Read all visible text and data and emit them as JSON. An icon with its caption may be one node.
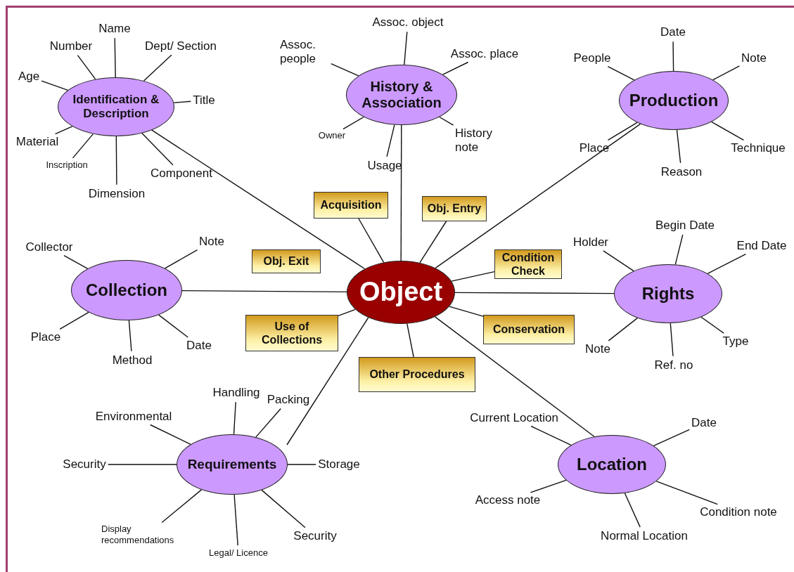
{
  "diagram": {
    "nodes": [
      {
        "text": [
          "Object"
        ]
      },
      {
        "text": [
          "Identification & Description"
        ]
      },
      {
        "text": [
          "History & Association"
        ]
      },
      {
        "text": [
          "Production"
        ]
      },
      {
        "text": [
          "Collection"
        ]
      },
      {
        "text": [
          "Rights"
        ]
      },
      {
        "text": [
          "Requirements"
        ]
      },
      {
        "text": [
          "Location"
        ]
      },
      {
        "text": [
          "Acquisition"
        ]
      },
      {
        "text": [
          "Obj. Entry"
        ]
      },
      {
        "text": [
          "Obj. Exit"
        ]
      },
      {
        "text": [
          "Condition Check"
        ]
      },
      {
        "text": [
          "Use of Collections"
        ]
      },
      {
        "text": [
          "Conservation"
        ]
      },
      {
        "text": [
          "Other Procedures"
        ]
      },
      {
        "text": [
          "Name"
        ]
      },
      {
        "text": [
          "Number"
        ]
      },
      {
        "text": [
          "Dept/ Section"
        ]
      },
      {
        "text": [
          "Age"
        ]
      },
      {
        "text": [
          "Title"
        ]
      },
      {
        "text": [
          "Material"
        ]
      },
      {
        "text": [
          "Inscription"
        ]
      },
      {
        "text": [
          "Component"
        ]
      },
      {
        "text": [
          "Dimension"
        ]
      },
      {
        "text": [
          "Assoc. object"
        ]
      },
      {
        "text": [
          "Assoc. people"
        ]
      },
      {
        "text": [
          "Assoc. place"
        ]
      },
      {
        "text": [
          "Owner"
        ]
      },
      {
        "text": [
          "History note"
        ]
      },
      {
        "text": [
          "Usage"
        ]
      },
      {
        "text": [
          "Date"
        ]
      },
      {
        "text": [
          "People"
        ]
      },
      {
        "text": [
          "Note"
        ]
      },
      {
        "text": [
          "Place"
        ]
      },
      {
        "text": [
          "Technique"
        ]
      },
      {
        "text": [
          "Reason"
        ]
      },
      {
        "text": [
          "Collector"
        ]
      },
      {
        "text": [
          "Note"
        ]
      },
      {
        "text": [
          "Place"
        ]
      },
      {
        "text": [
          "Method"
        ]
      },
      {
        "text": [
          "Date"
        ]
      },
      {
        "text": [
          "Holder"
        ]
      },
      {
        "text": [
          "Begin Date"
        ]
      },
      {
        "text": [
          "End Date"
        ]
      },
      {
        "text": [
          "Note"
        ]
      },
      {
        "text": [
          "Type"
        ]
      },
      {
        "text": [
          "Ref. no"
        ]
      },
      {
        "text": [
          "Handling"
        ]
      },
      {
        "text": [
          "Packing"
        ]
      },
      {
        "text": [
          "Environmental"
        ]
      },
      {
        "text": [
          "Security"
        ]
      },
      {
        "text": [
          "Storage"
        ]
      },
      {
        "text": [
          "Display recommendations"
        ]
      },
      {
        "text": [
          "Legal/ Licence"
        ]
      },
      {
        "text": [
          "Security"
        ]
      },
      {
        "text": [
          "Current Location"
        ]
      },
      {
        "text": [
          "Date"
        ]
      },
      {
        "text": [
          "Access note"
        ]
      },
      {
        "text": [
          "Condition note"
        ]
      },
      {
        "text": [
          "Normal Location"
        ]
      }
    ],
    "edges": [
      {
        "from": 0,
        "to": 1,
        "arrow": "none"
      },
      {
        "from": 0,
        "to": 2,
        "arrow": "none"
      },
      {
        "from": 0,
        "to": 3,
        "arrow": "none"
      },
      {
        "from": 0,
        "to": 4,
        "arrow": "none"
      },
      {
        "from": 0,
        "to": 5,
        "arrow": "none"
      },
      {
        "from": 0,
        "to": 6,
        "arrow": "none"
      },
      {
        "from": 0,
        "to": 7,
        "arrow": "none"
      },
      {
        "from": 0,
        "to": 8,
        "arrow": "none"
      },
      {
        "from": 0,
        "to": 9,
        "arrow": "none"
      },
      {
        "from": 0,
        "to": 11,
        "arrow": "none"
      },
      {
        "from": 0,
        "to": 12,
        "arrow": "none"
      },
      {
        "from": 0,
        "to": 13,
        "arrow": "none"
      },
      {
        "from": 0,
        "to": 14,
        "arrow": "none"
      },
      {
        "from": 1,
        "to": 15,
        "arrow": "none"
      },
      {
        "from": 1,
        "to": 16,
        "arrow": "none"
      },
      {
        "from": 1,
        "to": 17,
        "arrow": "none"
      },
      {
        "from": 1,
        "to": 18,
        "arrow": "none"
      },
      {
        "from": 1,
        "to": 19,
        "arrow": "none"
      },
      {
        "from": 1,
        "to": 20,
        "arrow": "none"
      },
      {
        "from": 1,
        "to": 21,
        "arrow": "none"
      },
      {
        "from": 1,
        "to": 22,
        "arrow": "none"
      },
      {
        "from": 1,
        "to": 23,
        "arrow": "none"
      },
      {
        "from": 2,
        "to": 24,
        "arrow": "none"
      },
      {
        "from": 2,
        "to": 25,
        "arrow": "none"
      },
      {
        "from": 2,
        "to": 26,
        "arrow": "none"
      },
      {
        "from": 2,
        "to": 27,
        "arrow": "none"
      },
      {
        "from": 2,
        "to": 28,
        "arrow": "none"
      },
      {
        "from": 2,
        "to": 29,
        "arrow": "none"
      },
      {
        "from": 3,
        "to": 30,
        "arrow": "none"
      },
      {
        "from": 3,
        "to": 31,
        "arrow": "none"
      },
      {
        "from": 3,
        "to": 32,
        "arrow": "none"
      },
      {
        "from": 3,
        "to": 33,
        "arrow": "none"
      },
      {
        "from": 3,
        "to": 34,
        "arrow": "none"
      },
      {
        "from": 3,
        "to": 35,
        "arrow": "none"
      },
      {
        "from": 4,
        "to": 36,
        "arrow": "none"
      },
      {
        "from": 4,
        "to": 37,
        "arrow": "none"
      },
      {
        "from": 4,
        "to": 38,
        "arrow": "none"
      },
      {
        "from": 4,
        "to": 39,
        "arrow": "none"
      },
      {
        "from": 4,
        "to": 40,
        "arrow": "none"
      },
      {
        "from": 5,
        "to": 41,
        "arrow": "none"
      },
      {
        "from": 5,
        "to": 42,
        "arrow": "none"
      },
      {
        "from": 5,
        "to": 43,
        "arrow": "none"
      },
      {
        "from": 5,
        "to": 44,
        "arrow": "none"
      },
      {
        "from": 5,
        "to": 45,
        "arrow": "none"
      },
      {
        "from": 5,
        "to": 46,
        "arrow": "none"
      },
      {
        "from": 6,
        "to": 47,
        "arrow": "none"
      },
      {
        "from": 6,
        "to": 48,
        "arrow": "none"
      },
      {
        "from": 6,
        "to": 49,
        "arrow": "none"
      },
      {
        "from": 6,
        "to": 50,
        "arrow": "none"
      },
      {
        "from": 6,
        "to": 51,
        "arrow": "none"
      },
      {
        "from": 6,
        "to": 52,
        "arrow": "none"
      },
      {
        "from": 6,
        "to": 53,
        "arrow": "none"
      },
      {
        "from": 6,
        "to": 54,
        "arrow": "none"
      },
      {
        "from": 7,
        "to": 55,
        "arrow": "none"
      },
      {
        "from": 7,
        "to": 56,
        "arrow": "none"
      },
      {
        "from": 7,
        "to": 57,
        "arrow": "none"
      },
      {
        "from": 7,
        "to": 58,
        "arrow": "none"
      },
      {
        "from": 7,
        "to": 59,
        "arrow": "none"
      }
    ]
  }
}
